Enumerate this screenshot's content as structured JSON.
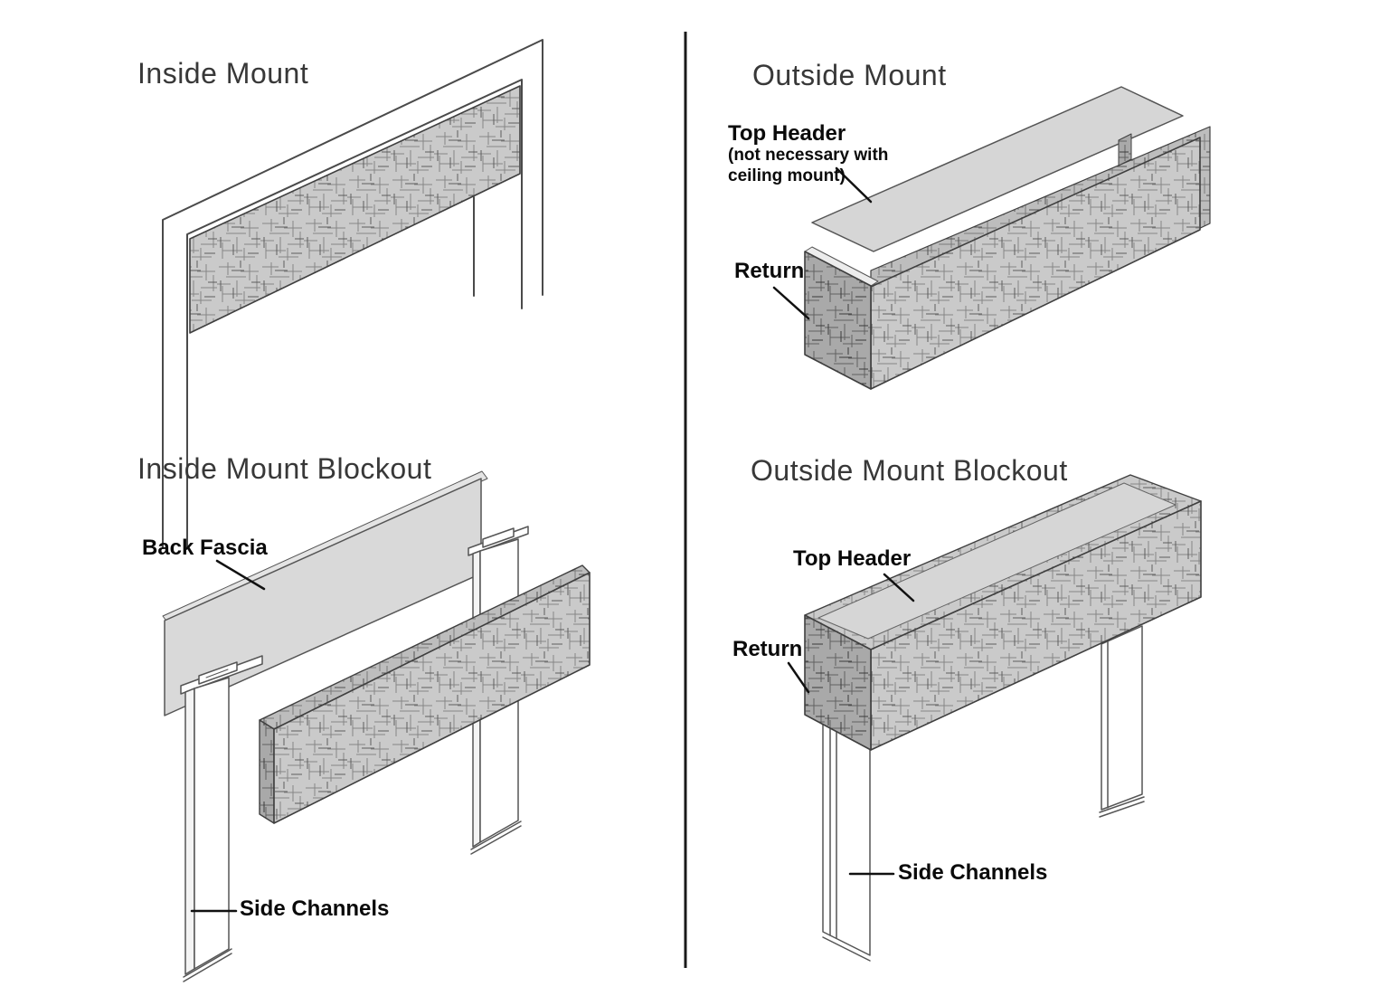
{
  "colors": {
    "background": "#ffffff",
    "divider": "#1a1a1a",
    "line_work": "#4a4a4a",
    "fabric_light": "#cacaca",
    "fabric_mid": "#bdbdbd",
    "fabric_dark": "#a9a9a9",
    "panel_gray": "#d6d6d6",
    "title_text": "#383838",
    "label_text": "#0a0a0a"
  },
  "inside_mount": {
    "title": "Inside Mount"
  },
  "outside_mount": {
    "title": "Outside Mount",
    "top_header_label": "Top Header",
    "top_header_note1": "(not necessary with",
    "top_header_note2": "ceiling mount)",
    "return_label": "Return"
  },
  "inside_mount_blockout": {
    "title": "Inside Mount Blockout",
    "back_fascia_label": "Back Fascia",
    "side_channels_label": "Side Channels"
  },
  "outside_mount_blockout": {
    "title": "Outside Mount Blockout",
    "top_header_label": "Top Header",
    "return_label": "Return",
    "side_channels_label": "Side Channels"
  }
}
